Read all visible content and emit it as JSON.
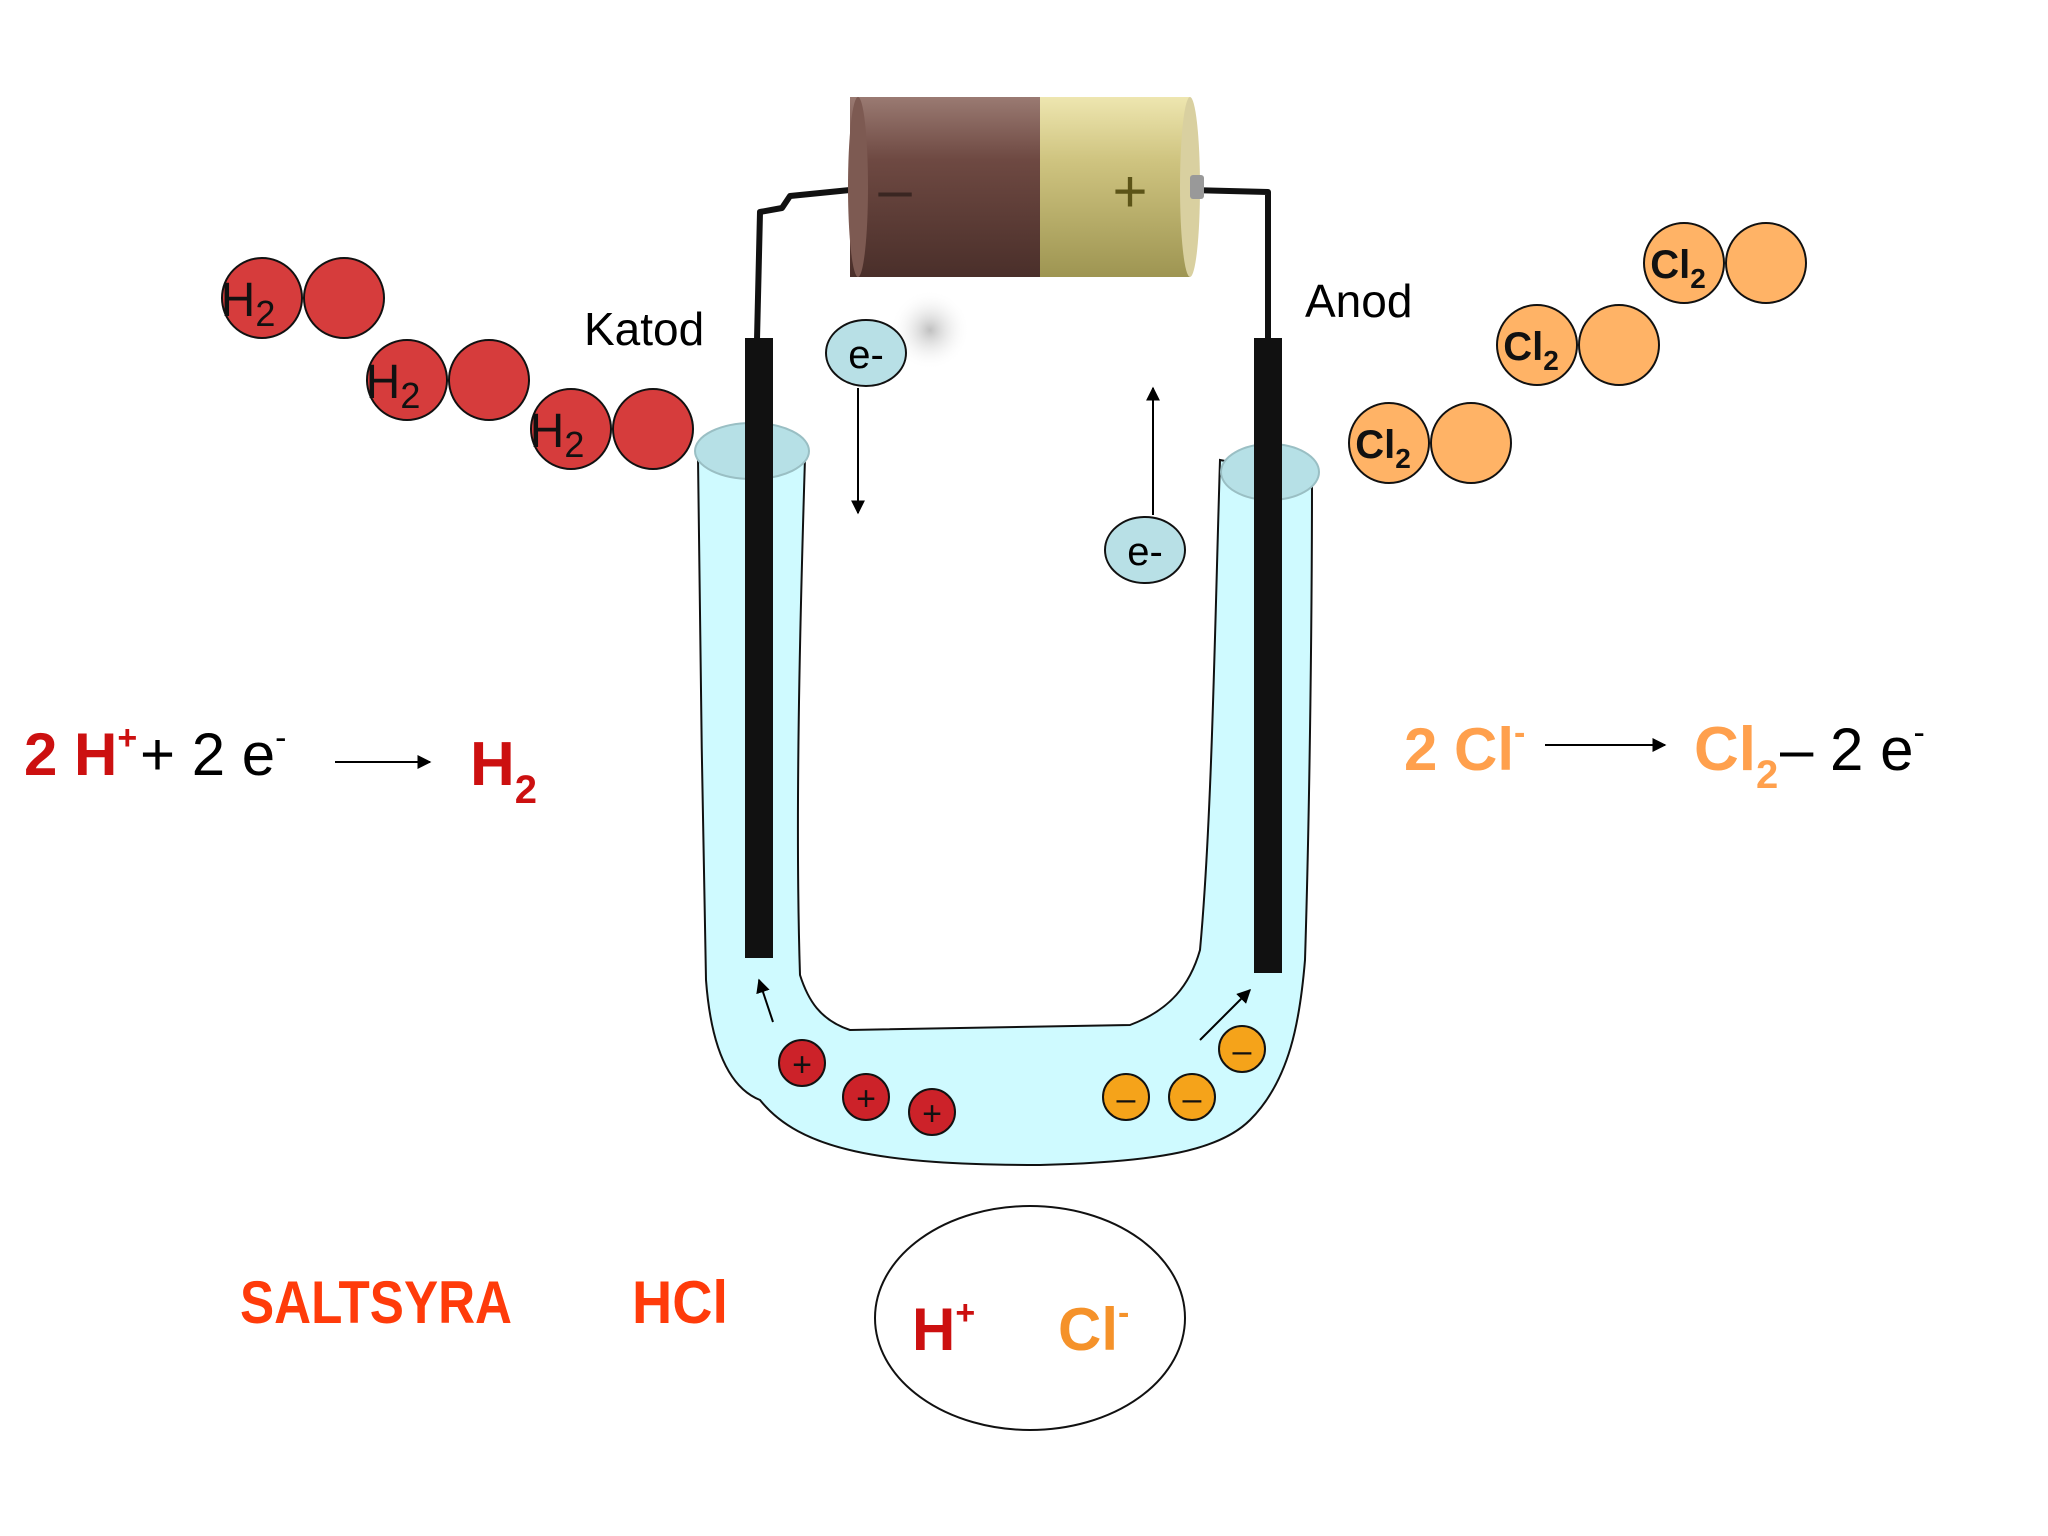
{
  "labels": {
    "katod": "Katod",
    "anod": "Anod",
    "electron": "e-"
  },
  "battery": {
    "minus": "–",
    "plus": "+"
  },
  "molecules": {
    "h2": {
      "symbol": "H",
      "sub": "2"
    },
    "cl2": {
      "symbol": "Cl",
      "sub": "2"
    }
  },
  "ions": {
    "positive_sign": "+",
    "negative_sign": "–"
  },
  "equations": {
    "cathode": {
      "coef": "2 ",
      "ion": "H",
      "ion_sup": "+",
      "middle": " + 2 e",
      "e_sup": "-",
      "product": "H",
      "product_sub": "2"
    },
    "anode": {
      "coef": "2 ",
      "ion": "Cl",
      "ion_sup": "-",
      "product": "Cl",
      "product_sub": "2",
      "tail": " – 2 e",
      "e_sup": "-"
    }
  },
  "bottom": {
    "name": "SALTSYRA",
    "formula": "HCl",
    "ion1": "H",
    "ion1_sup": "+",
    "ion2": "Cl",
    "ion2_sup": "-"
  },
  "colors": {
    "h2_fill": "#d63c3c",
    "cl2_fill": "#ffb366",
    "h_ion": "#cc1010",
    "cl_text": "#f5922a",
    "saltsyra": "#ff3b0a",
    "solution": "#cffaff",
    "battery_neg": "#6e4942",
    "battery_pos": "#cfc480",
    "pos_ion": "#cc2229",
    "neg_ion": "#f5a31a",
    "electron_bubble": "#b8e0e6"
  }
}
